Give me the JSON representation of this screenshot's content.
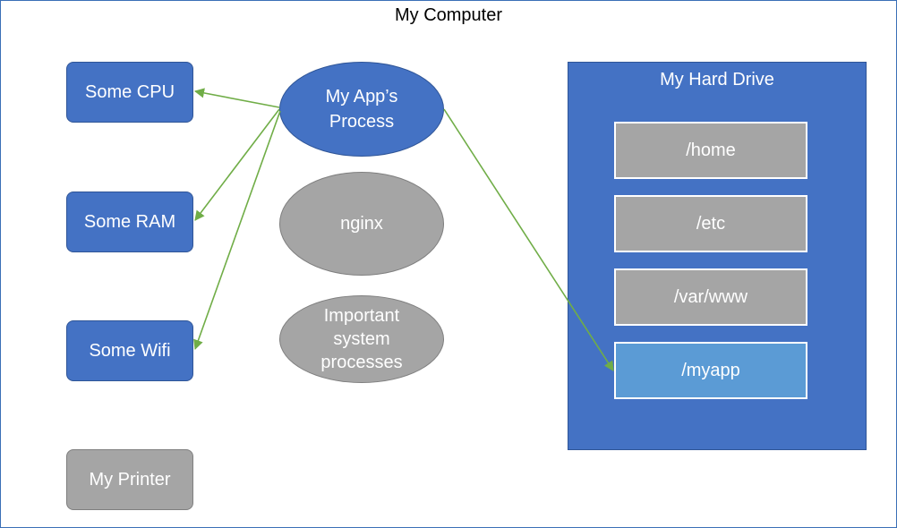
{
  "title": "My Computer",
  "resources": {
    "cpu": "Some CPU",
    "ram": "Some RAM",
    "wifi": "Some Wifi",
    "printer": "My Printer"
  },
  "processes": {
    "app_line1": "My App’s",
    "app_line2": "Process",
    "nginx": "nginx",
    "system_line1": "Important",
    "system_line2": "system",
    "system_line3": "processes"
  },
  "hard_drive": {
    "title": "My Hard Drive",
    "folders": [
      "/home",
      "/etc",
      "/var/www",
      "/myapp"
    ]
  },
  "colors": {
    "blue": "#4472c4",
    "grey": "#a5a5a5",
    "highlight": "#5b9bd5",
    "arrow": "#70ad47"
  }
}
